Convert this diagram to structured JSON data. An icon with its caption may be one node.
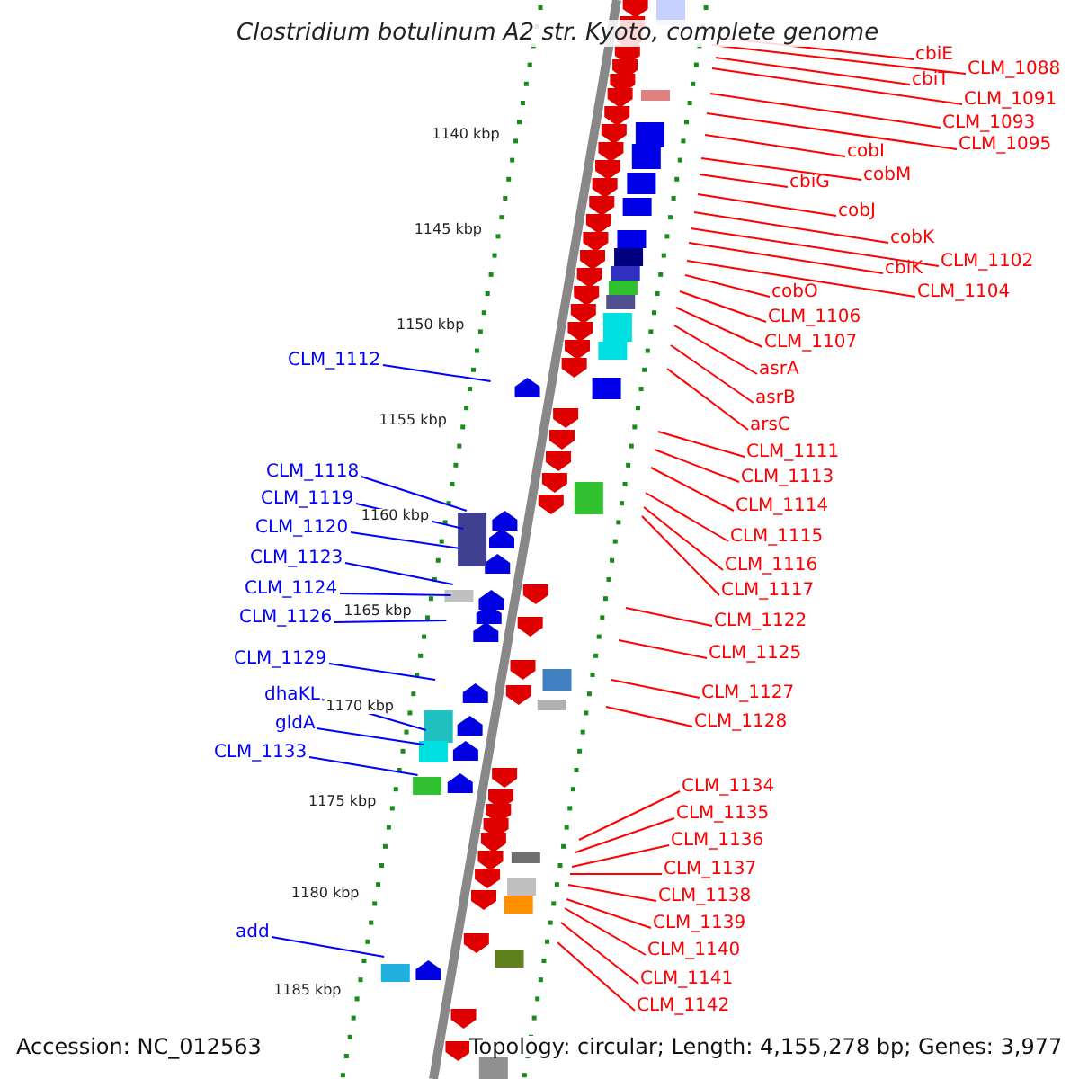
{
  "diagram": {
    "title": "Clostridium botulinum A2 str. Kyoto, complete genome",
    "nodes": [
      {
        "text": [
          "cbiE"
        ]
      },
      {
        "text": [
          "CLM_1088"
        ]
      },
      {
        "text": [
          "cbiT"
        ]
      },
      {
        "text": [
          "CLM_1091"
        ]
      },
      {
        "text": [
          "CLM_1093"
        ]
      },
      {
        "text": [
          "CLM_1095"
        ]
      },
      {
        "text": [
          "cobI"
        ]
      },
      {
        "text": [
          "cobM"
        ]
      },
      {
        "text": [
          "cbiG"
        ]
      },
      {
        "text": [
          "cobJ"
        ]
      },
      {
        "text": [
          "cobK"
        ]
      },
      {
        "text": [
          "CLM_1102"
        ]
      },
      {
        "text": [
          "cbiK"
        ]
      },
      {
        "text": [
          "CLM_1104"
        ]
      },
      {
        "text": [
          "cobO"
        ]
      },
      {
        "text": [
          "CLM_1106"
        ]
      },
      {
        "text": [
          "CLM_1107"
        ]
      },
      {
        "text": [
          "asrA"
        ]
      },
      {
        "text": [
          "asrB"
        ]
      },
      {
        "text": [
          "arsC"
        ]
      },
      {
        "text": [
          "CLM_1111"
        ]
      },
      {
        "text": [
          "CLM_1113"
        ]
      },
      {
        "text": [
          "CLM_1114"
        ]
      },
      {
        "text": [
          "CLM_1115"
        ]
      },
      {
        "text": [
          "CLM_1116"
        ]
      },
      {
        "text": [
          "CLM_1117"
        ]
      },
      {
        "text": [
          "CLM_1122"
        ]
      },
      {
        "text": [
          "CLM_1125"
        ]
      },
      {
        "text": [
          "CLM_1127"
        ]
      },
      {
        "text": [
          "CLM_1128"
        ]
      },
      {
        "text": [
          "CLM_1134"
        ]
      },
      {
        "text": [
          "CLM_1135"
        ]
      },
      {
        "text": [
          "CLM_1136"
        ]
      },
      {
        "text": [
          "CLM_1137"
        ]
      },
      {
        "text": [
          "CLM_1138"
        ]
      },
      {
        "text": [
          "CLM_1139"
        ]
      },
      {
        "text": [
          "CLM_1140"
        ]
      },
      {
        "text": [
          "CLM_1141"
        ]
      },
      {
        "text": [
          "CLM_1142"
        ]
      },
      {
        "text": [
          "CLM_1112"
        ]
      },
      {
        "text": [
          "CLM_1118"
        ]
      },
      {
        "text": [
          "CLM_1119"
        ]
      },
      {
        "text": [
          "CLM_1120"
        ]
      },
      {
        "text": [
          "CLM_1123"
        ]
      },
      {
        "text": [
          "CLM_1124"
        ]
      },
      {
        "text": [
          "CLM_1126"
        ]
      },
      {
        "text": [
          "CLM_1129"
        ]
      },
      {
        "text": [
          "dhaKL"
        ]
      },
      {
        "text": [
          "gldA"
        ]
      },
      {
        "text": [
          "CLM_1133"
        ]
      },
      {
        "text": [
          "add"
        ]
      }
    ],
    "edges": [
      {
        "from": 0,
        "to": null,
        "arrow": "none"
      },
      {
        "from": 1,
        "to": null,
        "arrow": "none"
      },
      {
        "from": 2,
        "to": null,
        "arrow": "none"
      },
      {
        "from": 3,
        "to": null,
        "arrow": "none"
      },
      {
        "from": 4,
        "to": null,
        "arrow": "none"
      },
      {
        "from": 5,
        "to": null,
        "arrow": "none"
      },
      {
        "from": 6,
        "to": null,
        "arrow": "none"
      },
      {
        "from": 7,
        "to": null,
        "arrow": "none"
      },
      {
        "from": 8,
        "to": null,
        "arrow": "none"
      },
      {
        "from": 9,
        "to": null,
        "arrow": "none"
      },
      {
        "from": 10,
        "to": null,
        "arrow": "none"
      },
      {
        "from": 11,
        "to": null,
        "arrow": "none"
      },
      {
        "from": 12,
        "to": null,
        "arrow": "none"
      },
      {
        "from": 13,
        "to": null,
        "arrow": "none"
      },
      {
        "from": 14,
        "to": null,
        "arrow": "none"
      },
      {
        "from": 15,
        "to": null,
        "arrow": "none"
      },
      {
        "from": 16,
        "to": null,
        "arrow": "none"
      },
      {
        "from": 17,
        "to": null,
        "arrow": "none"
      },
      {
        "from": 18,
        "to": null,
        "arrow": "none"
      },
      {
        "from": 19,
        "to": null,
        "arrow": "none"
      },
      {
        "from": 20,
        "to": null,
        "arrow": "none"
      },
      {
        "from": 21,
        "to": null,
        "arrow": "none"
      },
      {
        "from": 22,
        "to": null,
        "arrow": "none"
      },
      {
        "from": 23,
        "to": null,
        "arrow": "none"
      },
      {
        "from": 24,
        "to": null,
        "arrow": "none"
      },
      {
        "from": 25,
        "to": null,
        "arrow": "none"
      },
      {
        "from": 26,
        "to": null,
        "arrow": "none"
      },
      {
        "from": 27,
        "to": null,
        "arrow": "none"
      },
      {
        "from": 28,
        "to": null,
        "arrow": "none"
      },
      {
        "from": 29,
        "to": null,
        "arrow": "none"
      },
      {
        "from": 30,
        "to": null,
        "arrow": "none"
      },
      {
        "from": 31,
        "to": null,
        "arrow": "none"
      },
      {
        "from": 32,
        "to": null,
        "arrow": "none"
      },
      {
        "from": 33,
        "to": null,
        "arrow": "none"
      },
      {
        "from": 34,
        "to": null,
        "arrow": "none"
      },
      {
        "from": 35,
        "to": null,
        "arrow": "none"
      },
      {
        "from": 36,
        "to": null,
        "arrow": "none"
      },
      {
        "from": 37,
        "to": null,
        "arrow": "none"
      },
      {
        "from": 38,
        "to": null,
        "arrow": "none"
      },
      {
        "from": 39,
        "to": null,
        "arrow": "none",
        "color": "#0000ff"
      },
      {
        "from": 40,
        "to": null,
        "arrow": "none",
        "color": "#0000ff"
      },
      {
        "from": 41,
        "to": null,
        "arrow": "none",
        "color": "#0000ff"
      },
      {
        "from": 42,
        "to": null,
        "arrow": "none",
        "color": "#0000ff"
      },
      {
        "from": 43,
        "to": null,
        "arrow": "none",
        "color": "#0000ff"
      },
      {
        "from": 44,
        "to": null,
        "arrow": "none",
        "color": "#0000ff"
      },
      {
        "from": 45,
        "to": null,
        "arrow": "none",
        "color": "#0000ff"
      },
      {
        "from": 46,
        "to": null,
        "arrow": "none",
        "color": "#0000ff"
      },
      {
        "from": 47,
        "to": null,
        "arrow": "none",
        "color": "#0000ff"
      },
      {
        "from": 48,
        "to": null,
        "arrow": "none",
        "color": "#0000ff"
      },
      {
        "from": 49,
        "to": null,
        "arrow": "none",
        "color": "#0000ff"
      },
      {
        "from": 50,
        "to": null,
        "arrow": "none",
        "color": "#0000ff"
      }
    ],
    "labels": [
      "1140 kbp",
      "1145 kbp",
      "1150 kbp",
      "1155 kbp",
      "1160 kbp",
      "1165 kbp",
      "1170 kbp",
      "1175 kbp",
      "1180 kbp",
      "1185 kbp",
      "Accession: NC_012563",
      "Topology: circular; Length: 4,155,278 bp; Genes: 3,977"
    ]
  }
}
